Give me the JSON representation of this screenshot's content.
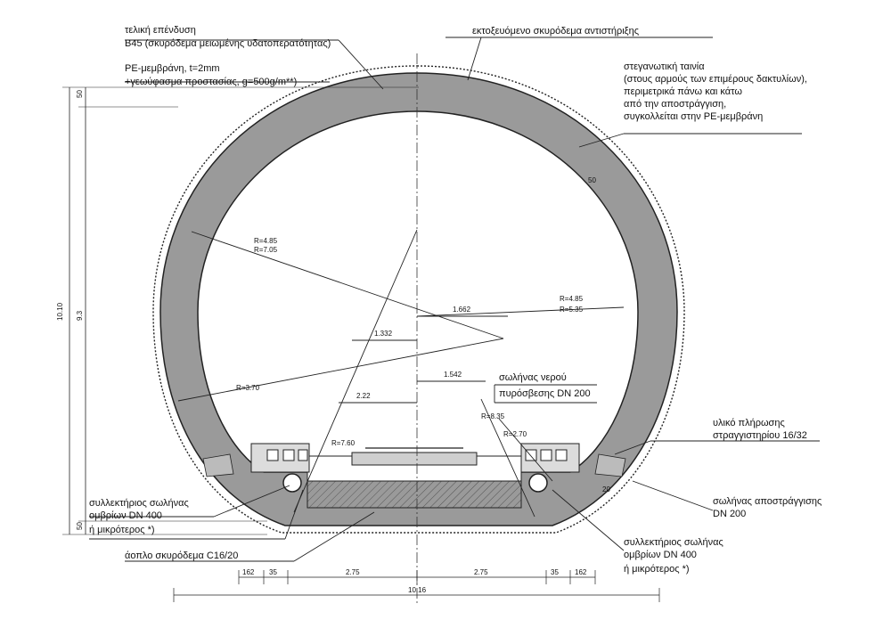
{
  "labels": {
    "final_lining": "τελική επένδυση",
    "final_lining_2": "B45 (σκυρόδεμα μειωμένης υδατοπερατότητας)",
    "shotcrete": "εκτοξευόμενο σκυρόδεμα αντιστήριξης",
    "pe_membrane": "PE-μεμβράνη, t=2mm",
    "pe_membrane_2": "+γεωύφασμα προστασίας, g=500g/m**)",
    "waterstop_1": "στεγανωτική ταινία",
    "waterstop_2": "(στους αρμούς των επιμέρους δακτυλίων),",
    "waterstop_3": "περιμετρικά πάνω και κάτω",
    "waterstop_4": "από την αποστράγγιση,",
    "waterstop_5": "συγκολλείται στην PE-μεμβράνη",
    "fire_pipe_1": "σωλήνας νερού",
    "fire_pipe_2": "πυρόσβεσης DN 200",
    "filter_1": "υλικό πλήρωσης",
    "filter_2": "στραγγιστηρίου 16/32",
    "drain_1": "σωλήνας αποστράγγισης",
    "drain_2": "DN 200",
    "collector_left_1": "συλλεκτήριος σωλήνας",
    "collector_left_2": "ομβρίων DN 400",
    "collector_left_3": "ή μικρότερος *)",
    "collector_right_1": "συλλεκτήριος σωλήνας",
    "collector_right_2": "ομβρίων DN 400",
    "collector_right_3": "ή μικρότερος *)",
    "lean_concrete": "άοπλο σκυρόδεμα C16/20"
  },
  "dimensions": {
    "radius_inner_left": "R=4.85",
    "radius_outer_left": "R=7.05",
    "radius_inner_right": "R=4.85",
    "radius_outer_right": "R=5.35",
    "radius_bottom_left": "R=3.70",
    "radius_invert_a": "R=7.60",
    "radius_invert_b": "R=8.35",
    "radius_invert_c": "R=2.70",
    "lining_thickness": "50",
    "offset_1": "1.662",
    "offset_2": "1.332",
    "offset_3": "1.542",
    "offset_4": "2.22",
    "height_total": "10.10",
    "height_top": "50",
    "height_mid": "9.3",
    "height_bottom": "50",
    "bottom_a": "162",
    "bottom_b": "35",
    "bottom_c": "2.75",
    "bottom_d": "2.75",
    "bottom_e": "35",
    "bottom_f": "162",
    "width_total": "10.16",
    "drain_offset": "20"
  }
}
